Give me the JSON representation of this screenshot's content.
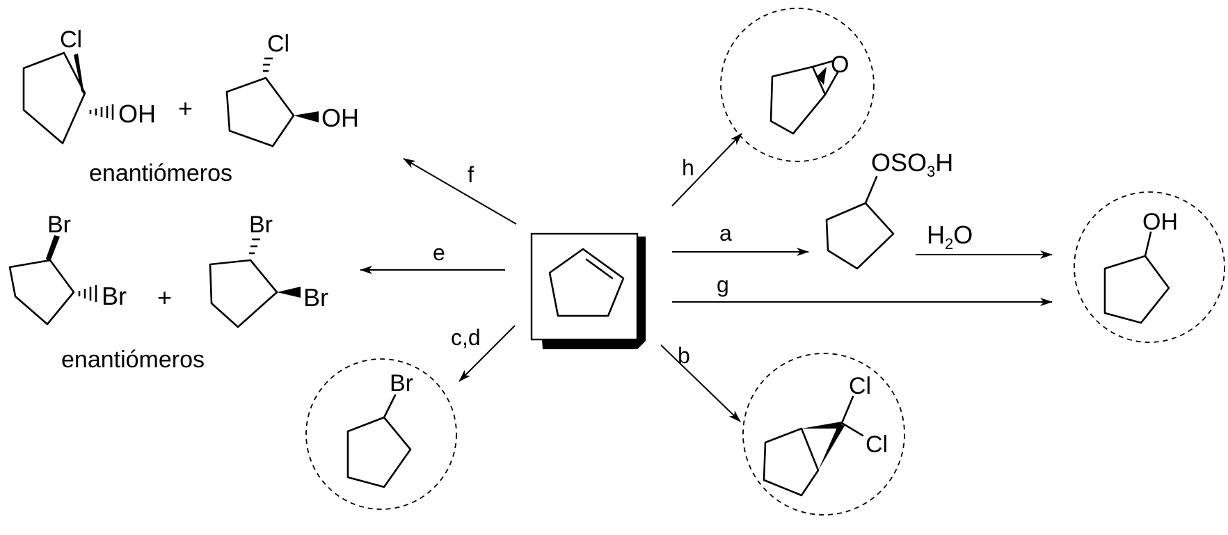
{
  "labels": {
    "cl": "Cl",
    "br": "Br",
    "oh": "OH",
    "o": "O",
    "plus": "+",
    "enantiomers": "enantiómeros",
    "oso3h_main": "OSO",
    "oso3h_sub": "3",
    "oso3h_end": "H",
    "h2o_h": "H",
    "h2o_sub": "2",
    "h2o_o": "O"
  },
  "reagents": {
    "a": "a",
    "b": "b",
    "cd": "c,d",
    "e": "e",
    "f": "f",
    "g": "g",
    "h": "h"
  }
}
